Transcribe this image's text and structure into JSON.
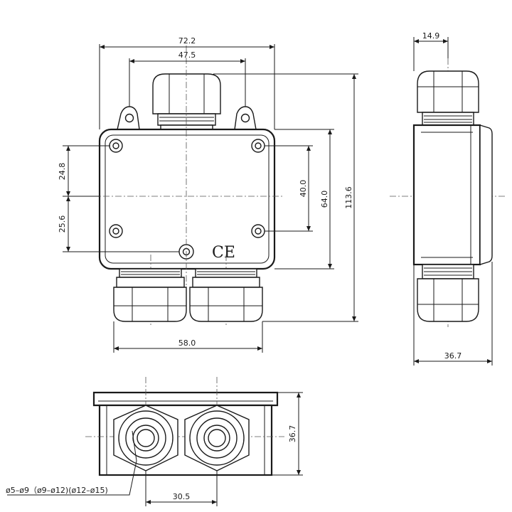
{
  "drawing": {
    "top_view": {
      "width": "72.2",
      "hole_spacing": "47.5",
      "upper_offset": "24.8",
      "lower_offset": "25.6",
      "hole_pitch_vertical": "40.0",
      "box_height": "64.0",
      "overall_height": "113.6",
      "bottom_width": "58.0",
      "mark": "CE"
    },
    "side_view": {
      "gland_width": "14.9",
      "depth": "36.7"
    },
    "front_view": {
      "gland_spacing": "30.5",
      "height": "36.7",
      "cable_range": "ø5–ø9（ø9–ø12)(ø12–ø15)"
    }
  }
}
